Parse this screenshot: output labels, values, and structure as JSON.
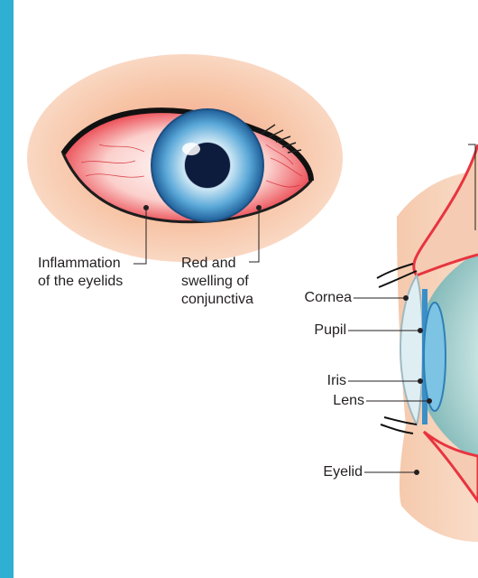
{
  "labels": {
    "inflammation_line1": "Inflammation",
    "inflammation_line2": "of the eyelids",
    "red_line1": "Red and",
    "red_line2": "swelling of",
    "red_line3": "conjunctiva",
    "cornea": "Cornea",
    "pupil": "Pupil",
    "iris": "Iris",
    "lens": "Lens",
    "eyelid": "Eyelid"
  },
  "colors": {
    "side_bar": "#2fb0d2",
    "skin": "#f7cdb3",
    "inflamed_red": "#e8343f",
    "iris_blue": "#3a8fc8",
    "pupil_dark": "#1b2f5e",
    "leader_line": "#231f20"
  }
}
